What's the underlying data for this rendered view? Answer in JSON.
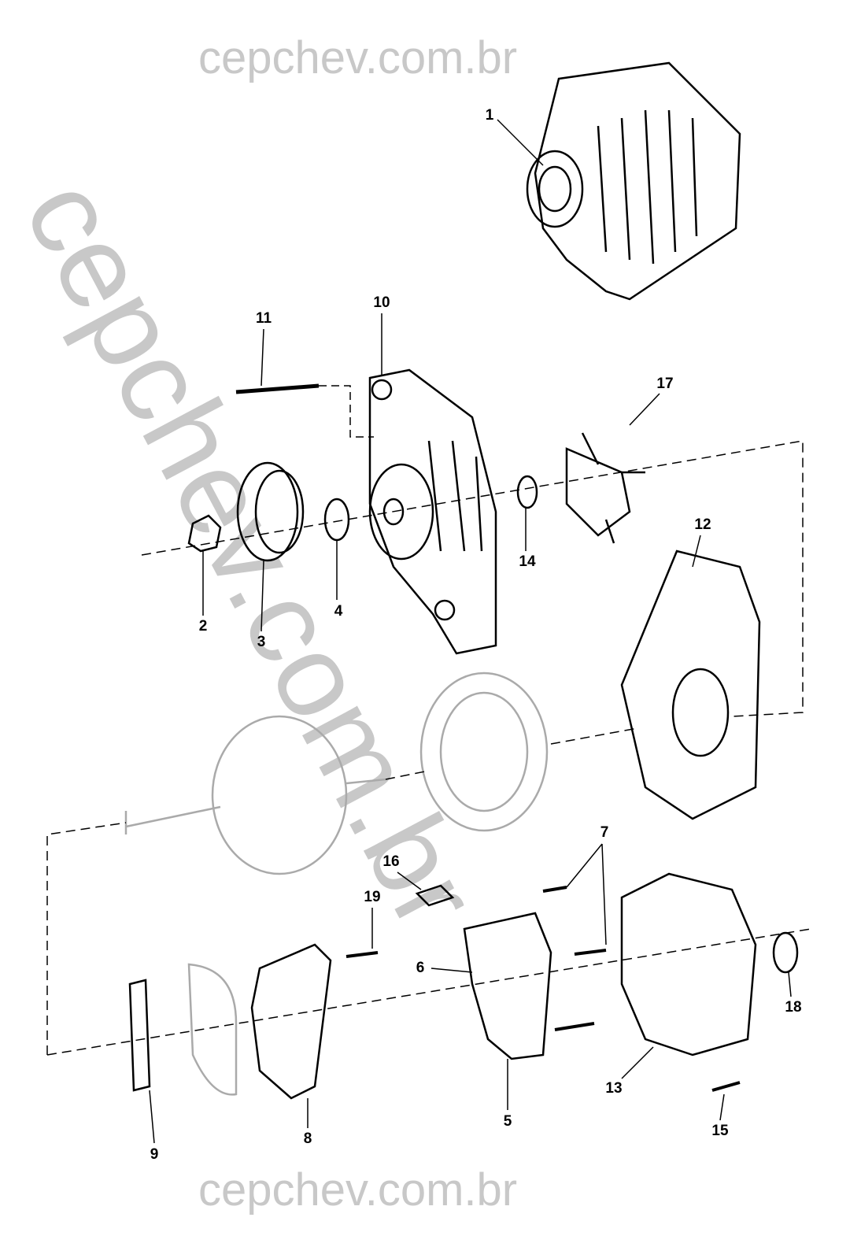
{
  "watermark": {
    "top": "cepchev.com.br",
    "bottom": "cepchev.com.br",
    "diagonal": "cepchev.com.br"
  },
  "callouts": {
    "c1": "1",
    "c2": "2",
    "c3": "3",
    "c4": "4",
    "c5": "5",
    "c6": "6",
    "c7": "7",
    "c8": "8",
    "c9": "9",
    "c10": "10",
    "c11": "11",
    "c12": "12",
    "c13": "13",
    "c14": "14",
    "c15": "15",
    "c16": "16",
    "c17": "17",
    "c18": "18",
    "c19": "19"
  }
}
